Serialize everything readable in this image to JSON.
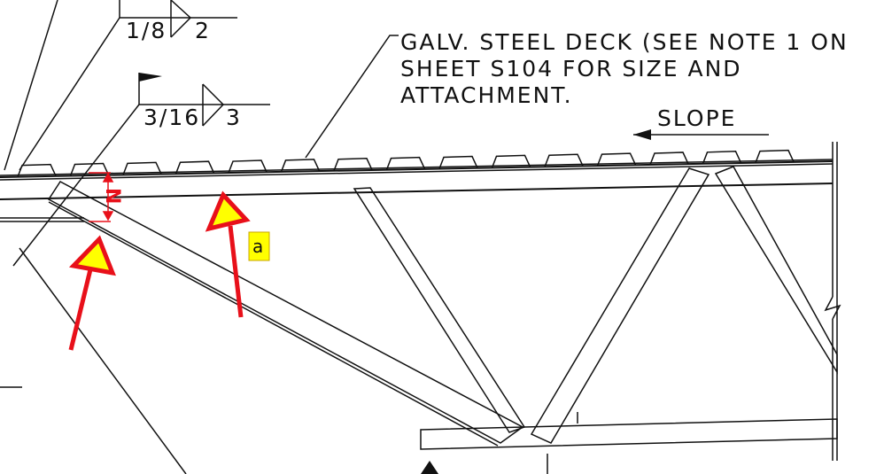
{
  "weld_symbols": [
    {
      "size": "1/8",
      "length": "2"
    },
    {
      "size": "3/16",
      "length": "3"
    }
  ],
  "deck_note": [
    "GALV. STEEL DECK (SEE NOTE 1 ON",
    "SHEET S104 FOR SIZE AND",
    "ATTACHMENT."
  ],
  "slope_label": "SLOPE",
  "dimension_label": "N",
  "callout_label": "a",
  "colors": {
    "annotation": "#e8101a",
    "highlight": "#ffff00",
    "line": "#111111"
  }
}
